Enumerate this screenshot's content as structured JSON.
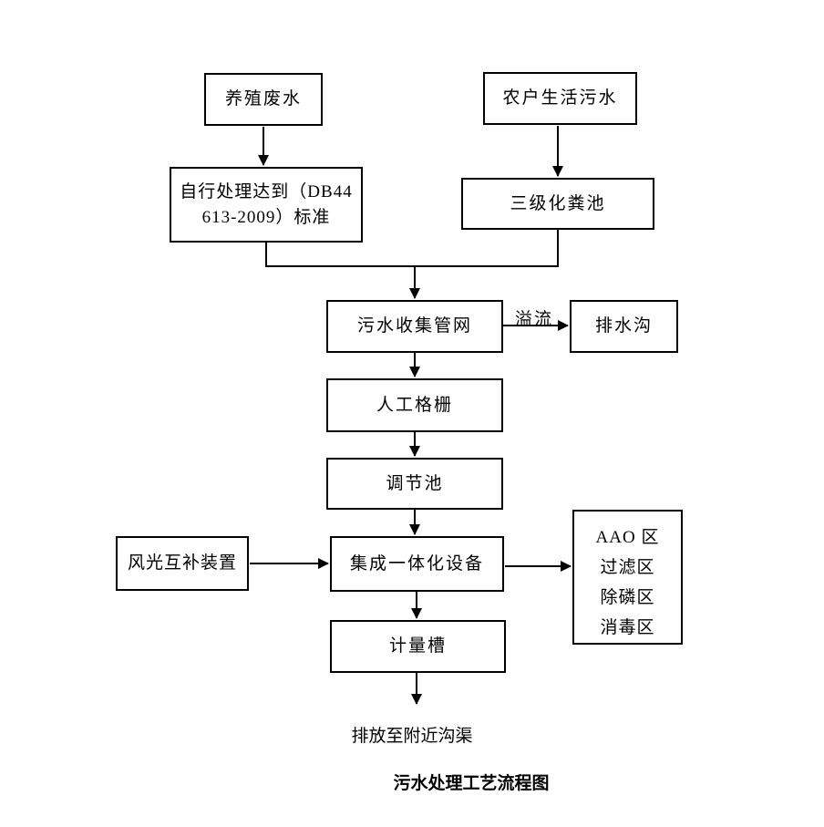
{
  "diagram": {
    "title": "污水处理工艺流程图",
    "nodes": {
      "breeding": "养殖废水",
      "household": "农户生活污水",
      "self_treatment_line1": "自行处理达到（DB44",
      "self_treatment_line2": "613-2009）标准",
      "septic": "三级化粪池",
      "pipe_network": "污水收集管网",
      "drain_ditch": "排水沟",
      "manual_screen": "人工格栅",
      "regulating_tank": "调节池",
      "wind_solar": "风光互补装置",
      "integrated": "集成一体化设备",
      "zones": [
        "AAO 区",
        "过滤区",
        "除磷区",
        "消毒区"
      ],
      "measuring_tank": "计量槽",
      "discharge": "排放至附近沟渠"
    },
    "edge_labels": {
      "overflow": "溢流"
    },
    "edges": [
      {
        "from": "养殖废水",
        "to": "自行处理达到（DB44 613-2009）标准"
      },
      {
        "from": "农户生活污水",
        "to": "三级化粪池"
      },
      {
        "from": "自行处理达到（DB44 613-2009）标准",
        "to": "污水收集管网"
      },
      {
        "from": "三级化粪池",
        "to": "污水收集管网"
      },
      {
        "from": "污水收集管网",
        "to": "排水沟",
        "label": "溢流"
      },
      {
        "from": "污水收集管网",
        "to": "人工格栅"
      },
      {
        "from": "人工格栅",
        "to": "调节池"
      },
      {
        "from": "调节池",
        "to": "集成一体化设备"
      },
      {
        "from": "风光互补装置",
        "to": "集成一体化设备"
      },
      {
        "from": "集成一体化设备",
        "to": "AAO 区/过滤区/除磷区/消毒区"
      },
      {
        "from": "集成一体化设备",
        "to": "计量槽"
      },
      {
        "from": "计量槽",
        "to": "排放至附近沟渠"
      }
    ],
    "colors": {
      "line": "#000000",
      "text": "#000000",
      "background": "#ffffff"
    }
  }
}
